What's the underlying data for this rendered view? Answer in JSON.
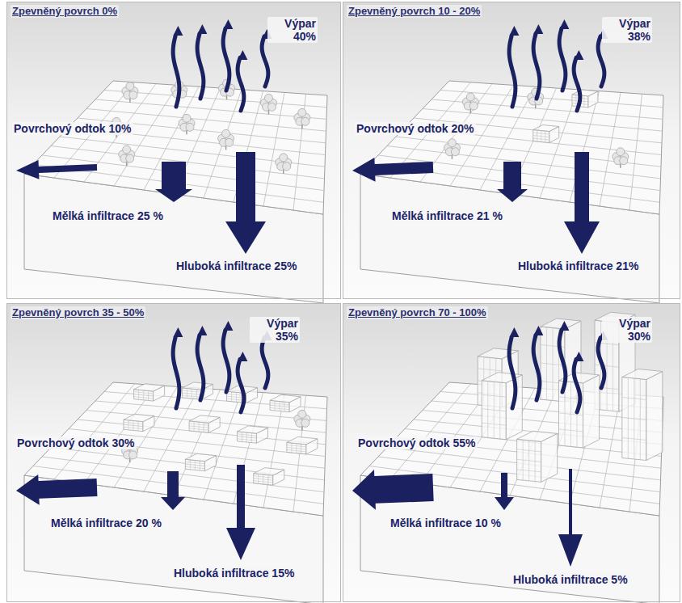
{
  "diagram": {
    "nodes": [
      {
        "text": [
          "Zpevněný povrch 0%",
          "Výpar 40%",
          "Povrchový odtok 10%",
          "Mělká infiltrace 25 %",
          "Hluboká infiltrace 25%"
        ]
      },
      {
        "text": [
          "Zpevněný povrch 10 - 20%",
          "Výpar 38%",
          "Povrchový odtok 20%",
          "Mělká infiltrace 21 %",
          "Hluboká infiltrace 21%"
        ]
      },
      {
        "text": [
          "Zpevněný povrch 35 - 50%",
          "Výpar 35%",
          "Povrchový odtok 30%",
          "Mělká infiltrace 20 %",
          "Hluboká infiltrace 15%"
        ]
      },
      {
        "text": [
          "Zpevněný povrch 70 - 100%",
          "Výpar 30%",
          "Povrchový odtok 55%",
          "Mělká infiltrace 10 %",
          "Hluboká infiltrace 5%"
        ]
      }
    ]
  }
}
